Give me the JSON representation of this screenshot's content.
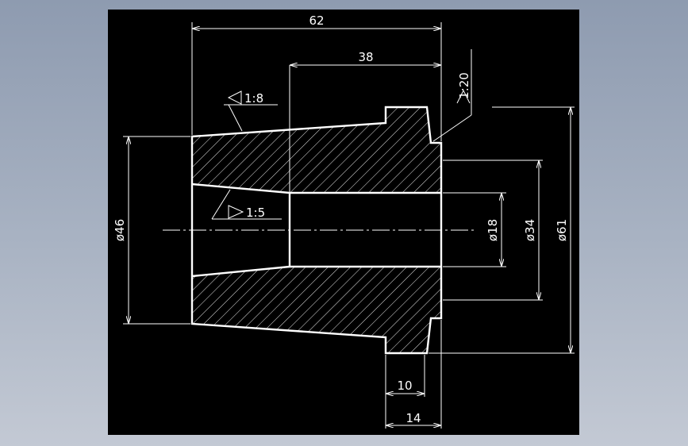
{
  "colors": {
    "background_outer": "#a4aec0",
    "viewport": "#000000",
    "lines": "#ffffff"
  },
  "drawing": {
    "dimensions": {
      "overall_length": "62",
      "taper_length": "38",
      "flange_width_inner": "10",
      "flange_width_outer": "14",
      "dia_left": "ø46",
      "dia_bore": "ø18",
      "dia_shoulder": "ø34",
      "dia_flange": "ø61"
    },
    "tapers": {
      "outer_taper": "1:8",
      "inner_taper": "1:5",
      "flange_taper": "1:20"
    }
  }
}
